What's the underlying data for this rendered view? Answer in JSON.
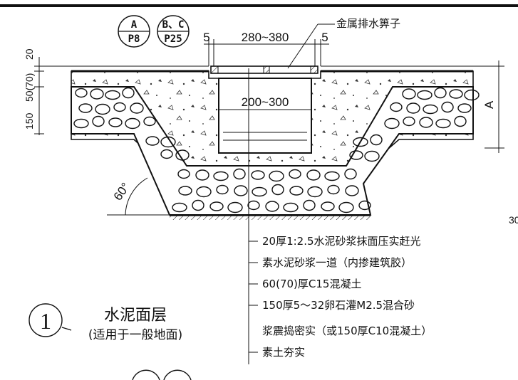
{
  "refs": [
    {
      "top": "A",
      "bottom": "P8"
    },
    {
      "top": "B、C",
      "bottom": "P25"
    }
  ],
  "top_dims": {
    "gap_left": "5",
    "grate_width": "280~380",
    "gap_right": "5",
    "channel_width": "200~300"
  },
  "left_dims": {
    "d20": "20",
    "d5070": "50(70)",
    "d150": "150"
  },
  "right_dim": "A",
  "grate_label": "金属排水箅子",
  "angle": "60°",
  "edge_number": "30",
  "layers": [
    "20厚1:2.5水泥砂浆抹面压实赶光",
    "素水泥砂浆一道（内掺建筑胶）",
    "60(70)厚C15混凝土",
    "150厚5～32卵石灌M2.5混合砂",
    "浆震捣密实（或150厚C10混凝土）",
    "素土夯实"
  ],
  "detail": {
    "number": "1",
    "title": "水泥面层",
    "subtitle": "(适用于一般地面)"
  }
}
